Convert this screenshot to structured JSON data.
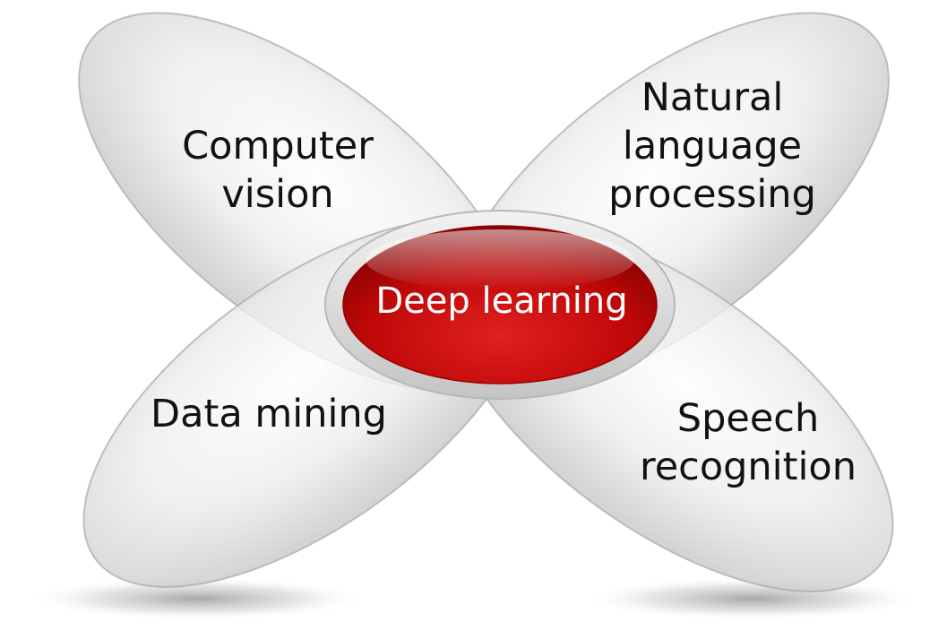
{
  "colors": {
    "petal_light": "#fbfbfb",
    "petal_dark": "#d6d6d6",
    "petal_edge": "#a8a8a8",
    "center_light": "#d91e1e",
    "center_dark": "#8e0000",
    "text_dark": "#111111",
    "text_light": "#ffffff"
  },
  "center": {
    "label": "Deep learning"
  },
  "petals": {
    "computer_vision": {
      "line1": "Computer",
      "line2": "vision"
    },
    "nlp": {
      "line1": "Natural",
      "line2": "language",
      "line3": "processing"
    },
    "data_mining": {
      "line1": "Data mining"
    },
    "speech_recognition": {
      "line1": "Speech",
      "line2": "recognition"
    }
  }
}
